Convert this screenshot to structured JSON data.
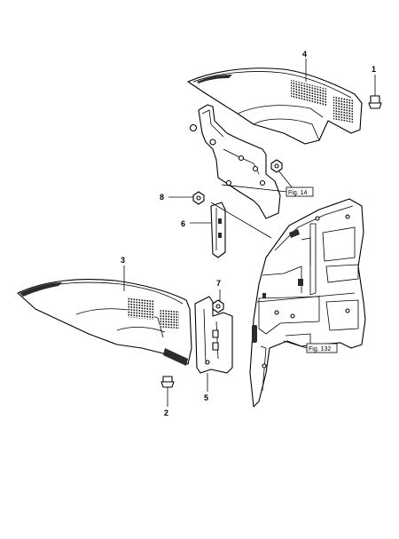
{
  "callouts": {
    "c1": "1",
    "c2": "2",
    "c3": "3",
    "c4": "4",
    "c5": "5",
    "c6": "6",
    "c7": "7",
    "c8": "8"
  },
  "references": {
    "fig14": "Fig. 14",
    "fig132": "Fig. 132"
  }
}
